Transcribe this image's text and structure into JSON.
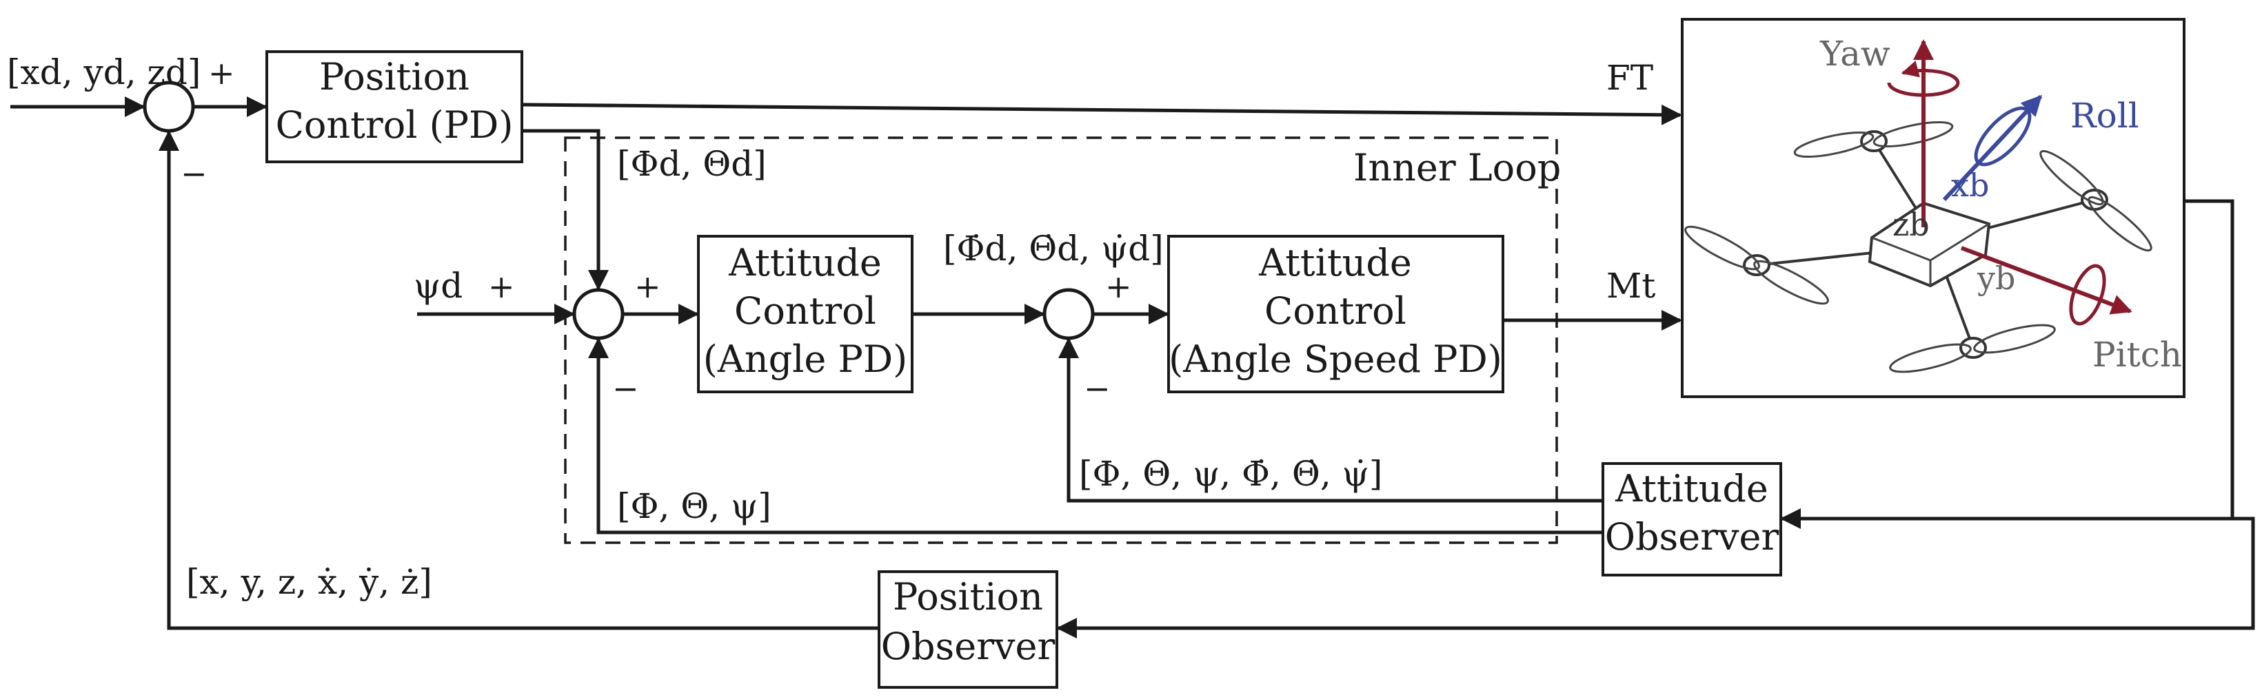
{
  "blocks": {
    "position_control": [
      "Position",
      "Control (PD)"
    ],
    "attitude_angle": [
      "Attitude",
      "Control",
      "(Angle PD)"
    ],
    "attitude_speed": [
      "Attitude",
      "Control",
      "(Angle Speed PD)"
    ],
    "attitude_observer": [
      "Attitude",
      "Observer"
    ],
    "position_observer": [
      "Position",
      "Observer"
    ]
  },
  "regions": {
    "inner_loop": "Inner Loop"
  },
  "signals": {
    "ref_position": "[xd, yd, zd]",
    "psi_d": "ψd",
    "angle_ref": "[Φd, Θd]",
    "rate_ref": "[Φ̇d, Θ̇d, ψ̇d]",
    "thrust": "FT",
    "moment": "Mt",
    "angles_feedback": "[Φ, Θ, ψ]",
    "rates_feedback": "[Φ, Θ, ψ, Φ̇, Θ̇, ψ̇]",
    "position_feedback": "[x, y, z, ẋ, ẏ, ż]"
  },
  "signs": {
    "plus": "+",
    "minus": "−"
  },
  "quadrotor": {
    "yaw": "Yaw",
    "roll": "Roll",
    "pitch": "Pitch",
    "xb": "xb",
    "yb": "yb",
    "zb": "zb"
  },
  "colors": {
    "line": "#1a1a1a",
    "yaw_pitch": "#8b1a2b",
    "roll": "#3a4aa0",
    "axis_label": "#666666"
  }
}
